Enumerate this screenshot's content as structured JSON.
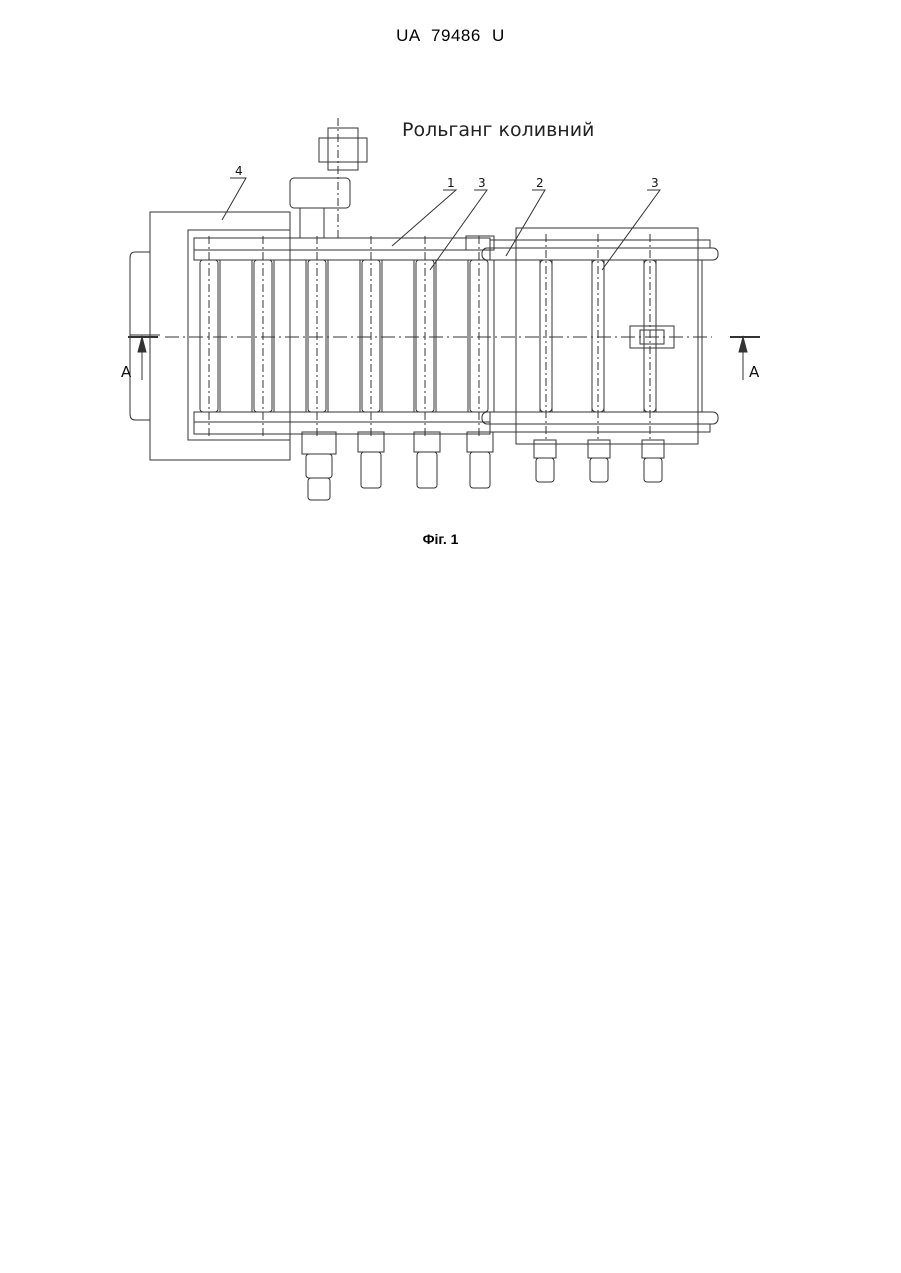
{
  "header": {
    "patent_number": "UA   79486   U"
  },
  "drawing": {
    "title": "Рольганг коливний",
    "callouts": [
      {
        "id": "c1",
        "label": "1"
      },
      {
        "id": "c3a",
        "label": "3"
      },
      {
        "id": "c2",
        "label": "2"
      },
      {
        "id": "c3b",
        "label": "3"
      },
      {
        "id": "c4",
        "label": "4"
      }
    ],
    "section_marker_left": "A",
    "section_marker_right": "A"
  },
  "caption": {
    "figure_label": "Фіг. 1"
  }
}
